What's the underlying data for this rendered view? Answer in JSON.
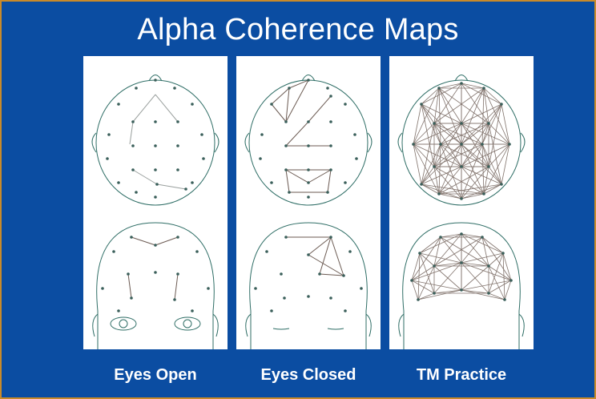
{
  "title": "Alpha Coherence Maps",
  "colors": {
    "background": "#0b4da2",
    "border": "#c98a2a",
    "panel": "#ffffff",
    "head_outline": "#2f6e66",
    "electrode": "#3a5f5a",
    "connection_light": "#9aa09e",
    "connection_dark": "#6b5a52"
  },
  "conditions": [
    {
      "label": "Eyes Open"
    },
    {
      "label": "Eyes Closed"
    },
    {
      "label": "TM Practice"
    }
  ],
  "views": [
    "top-view",
    "front-view"
  ]
}
